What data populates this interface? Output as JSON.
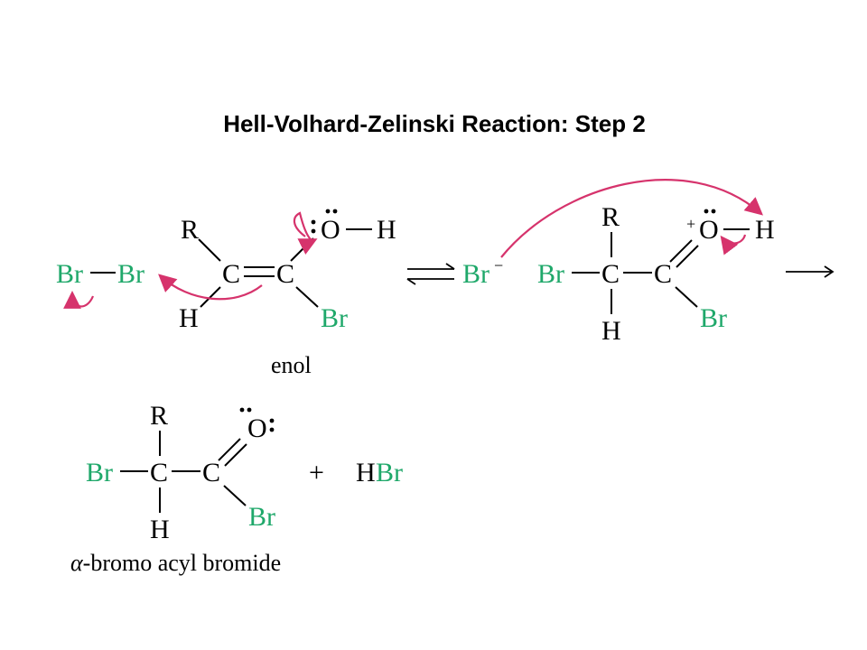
{
  "title": "Hell-Volhard-Zelinski Reaction: Step 2",
  "colors": {
    "green_atom": "#1fa86a",
    "arrow": "#d6336c",
    "text": "#000000"
  },
  "atoms": {
    "br": "Br",
    "c": "C",
    "o": "O",
    "h": "H",
    "r": "R",
    "hbr": "HBr",
    "br_minus": "Br",
    "minus": "−",
    "plus_charge": "+",
    "plus": "+"
  },
  "labels": {
    "enol": "enol",
    "product_greek": "α",
    "product_rest": "-bromo acyl bromide"
  }
}
